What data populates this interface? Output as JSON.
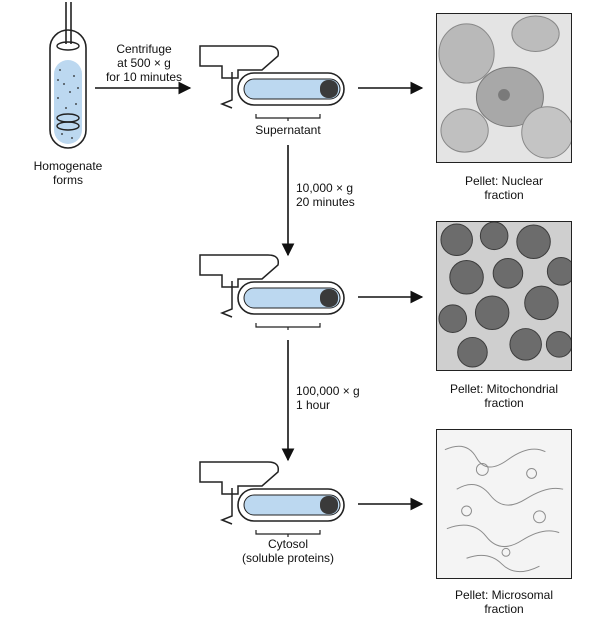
{
  "labels": {
    "centrifuge_line1": "Centrifuge",
    "centrifuge_line2": "at 500 × g",
    "centrifuge_line3": "for 10 minutes",
    "homogenate_line1": "Homogenate",
    "homogenate_line2": "forms",
    "supernatant": "Supernatant",
    "spin2_line1": "10,000 × g",
    "spin2_line2": "20 minutes",
    "spin3_line1": "100,000 × g",
    "spin3_line2": "1 hour",
    "cytosol_line1": "Cytosol",
    "cytosol_line2": "(soluble proteins)",
    "pellet_nuclear_line1": "Pellet: Nuclear",
    "pellet_nuclear_line2": "fraction",
    "pellet_mito_line1": "Pellet: Mitochondrial",
    "pellet_mito_line2": "fraction",
    "pellet_micro_line1": "Pellet: Microsomal",
    "pellet_micro_line2": "fraction"
  },
  "colors": {
    "tube_liquid": "#bcd8f0",
    "tube_outline": "#222222",
    "arrow": "#111111",
    "micrograph_nuclear": "#cfcfcf",
    "micrograph_mito": "#8a8a8a",
    "micrograph_micro": "#f2f2f2"
  }
}
